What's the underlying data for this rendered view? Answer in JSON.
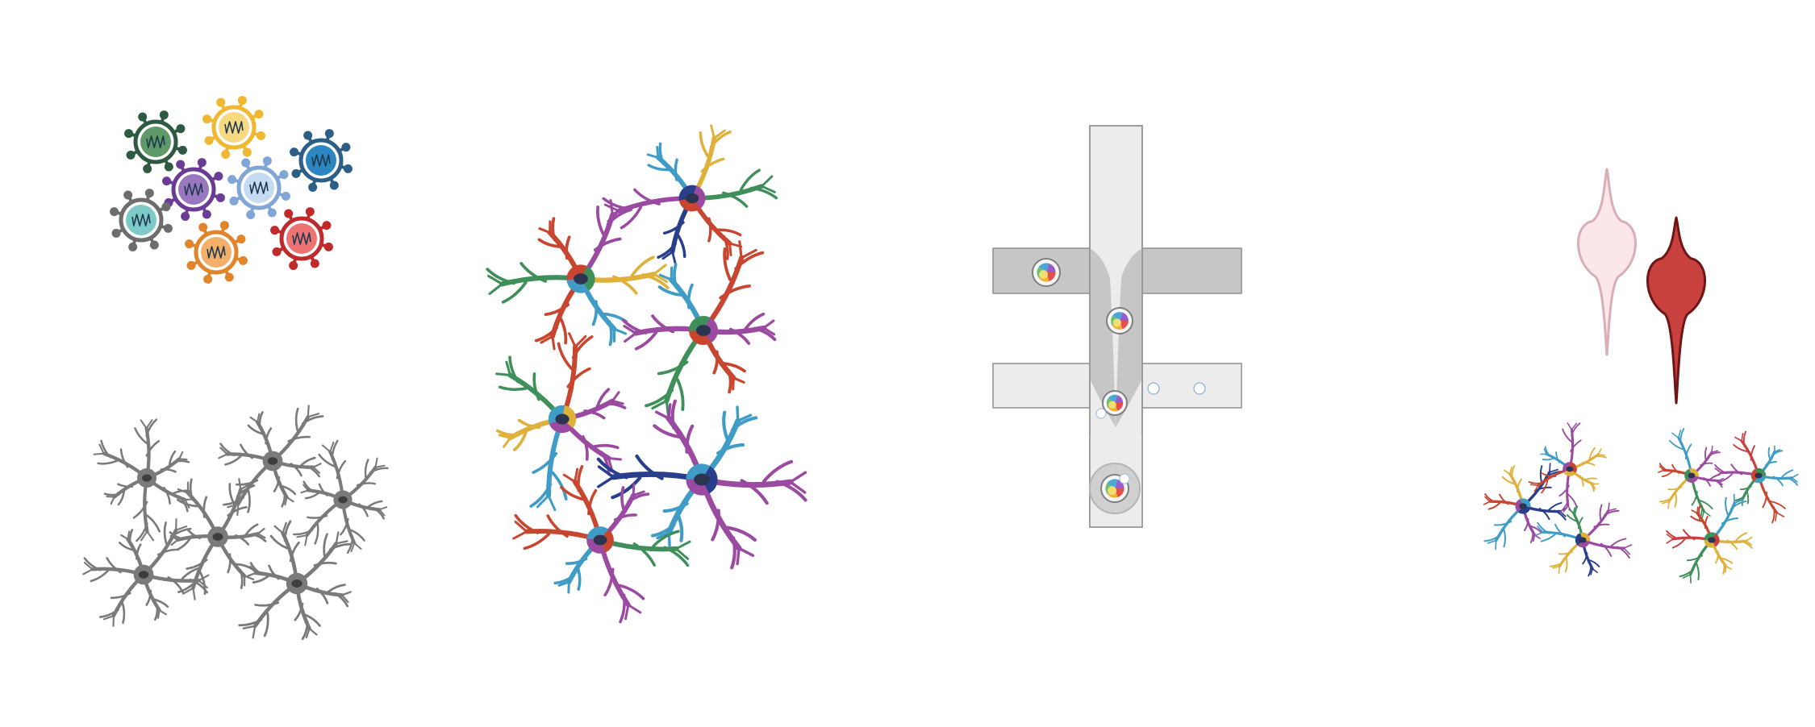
{
  "palette": {
    "gray_cell": "#7a7a7a",
    "gray_nucleus": "#3e3e3e",
    "channel_dark": "#c6c6c6",
    "channel_light": "#ececec",
    "channel_stroke": "#8f8f8f",
    "violin_light_fill": "#fbe6ea",
    "violin_light_stroke": "#d9aeb8",
    "violin_dark_fill": "#c9413e",
    "violin_dark_stroke": "#6e1515",
    "barcode_line": "#1f3a4f",
    "arm_colors": [
      "#3f9cc6",
      "#9a4aa0",
      "#d2b13a",
      "#c8462f",
      "#3f8f5a",
      "#2a3f8c",
      "#e0b13a",
      "#c83e3e"
    ]
  },
  "viruses": [
    {
      "name": "virus-dark-green",
      "fill": "#5e9a67",
      "stroke": "#2f5a42"
    },
    {
      "name": "virus-yellow",
      "fill": "#f7d981",
      "stroke": "#f0b730"
    },
    {
      "name": "virus-blue",
      "fill": "#2b86c2",
      "stroke": "#2d5e86"
    },
    {
      "name": "virus-purple",
      "fill": "#9a78bf",
      "stroke": "#6b3c95"
    },
    {
      "name": "virus-light-blue",
      "fill": "#c5dbf1",
      "stroke": "#7fa6d6"
    },
    {
      "name": "virus-teal",
      "fill": "#7ecac8",
      "stroke": "#6d6d6d"
    },
    {
      "name": "virus-orange",
      "fill": "#f4b06a",
      "stroke": "#e2852a"
    },
    {
      "name": "virus-red",
      "fill": "#ee7474",
      "stroke": "#c12a2a"
    }
  ],
  "icons": {
    "gray_astrocytes": "astrocyte-icon",
    "color_astrocytes": "multicolor-astrocyte-icon",
    "microfluidic": "microfluidic-chip-icon",
    "violin": "violin-plot-icon"
  }
}
